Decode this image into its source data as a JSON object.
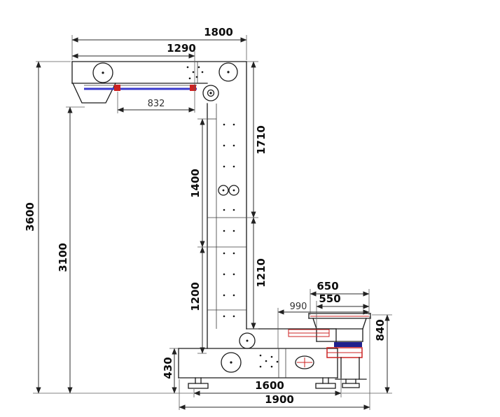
{
  "dims": {
    "top_overall_width": "1800",
    "top_frame_width": "1290",
    "belt_section_length": "832",
    "column_upper_height": "1710",
    "column_mid_height": "1400",
    "overall_height": "3600",
    "working_height": "3100",
    "column_lower_height": "1210",
    "lower_section_height": "1200",
    "feeder_outer_width": "650",
    "feeder_inner_width": "550",
    "feeder_offset_width": "990",
    "feeder_height": "840",
    "base_frame_height": "430",
    "base_length": "1600",
    "overall_length": "1900"
  },
  "colors": {
    "outline": "#1a1a1a",
    "belt_blue": "#3a3acc",
    "accent_red": "#cc2222",
    "accent_blue": "#20208c"
  }
}
